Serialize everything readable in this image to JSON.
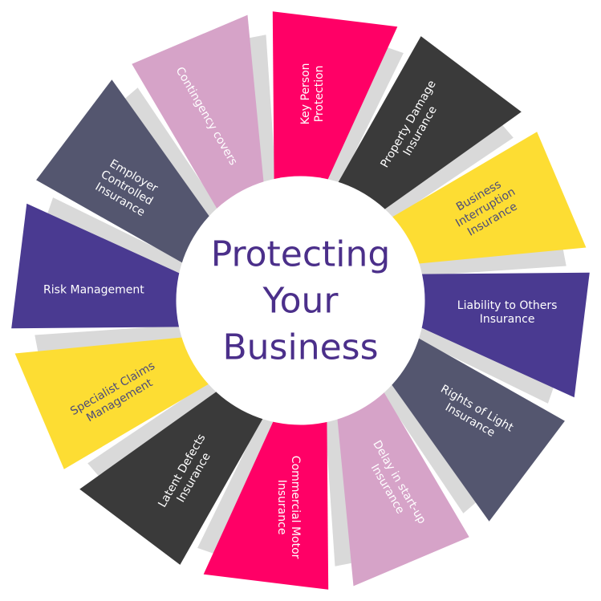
{
  "center": {
    "lines": [
      "Protecting",
      "Your",
      "Business"
    ],
    "color": "#4b2f8a"
  },
  "segments": [
    {
      "lines": [
        "Key Person",
        "Protection"
      ],
      "color": "#ff0066",
      "text": "#ffffff"
    },
    {
      "lines": [
        "Property Damage",
        "Insurance"
      ],
      "color": "#3a3a3a",
      "text": "#ffffff"
    },
    {
      "lines": [
        "Business",
        "Interruption",
        "Insurance"
      ],
      "color": "#fddd33",
      "text": "#4b4b7a"
    },
    {
      "lines": [
        "Liability to Others",
        "Insurance"
      ],
      "color": "#4a3a91",
      "text": "#ffffff"
    },
    {
      "lines": [
        "Rights of Light",
        "Insurance"
      ],
      "color": "#54566f",
      "text": "#ffffff"
    },
    {
      "lines": [
        "Delay in start-up",
        "Insurance"
      ],
      "color": "#d6a3c8",
      "text": "#ffffff"
    },
    {
      "lines": [
        "Commercial Motor",
        "Insurance"
      ],
      "color": "#ff0066",
      "text": "#ffffff"
    },
    {
      "lines": [
        "Latent Defects",
        "Insurance"
      ],
      "color": "#3a3a3a",
      "text": "#ffffff"
    },
    {
      "lines": [
        "Specialist Claims",
        "Management"
      ],
      "color": "#fddd33",
      "text": "#4b4b7a"
    },
    {
      "lines": [
        "Risk Management"
      ],
      "color": "#4a3a91",
      "text": "#ffffff"
    },
    {
      "lines": [
        "Employer",
        "Controlled",
        "Insurance"
      ],
      "color": "#54566f",
      "text": "#ffffff"
    },
    {
      "lines": [
        "Contingency covers"
      ],
      "color": "#d6a3c8",
      "text": "#ffffff"
    }
  ],
  "connector_color": "#d9d9d9"
}
